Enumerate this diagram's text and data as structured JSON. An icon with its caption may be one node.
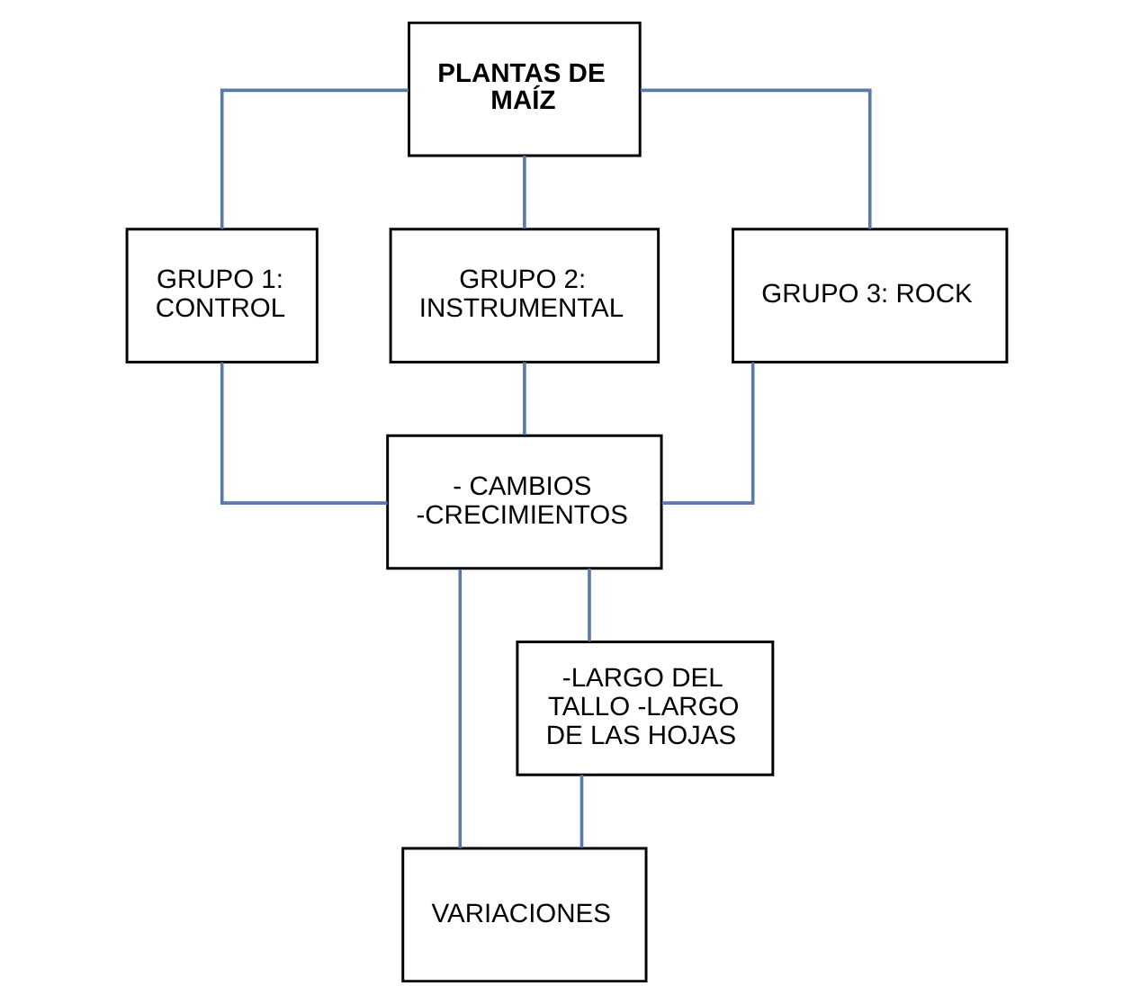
{
  "diagram": {
    "nodes": [
      {
        "text": [
          "PLANTAS DE MAÍZ"
        ]
      },
      {
        "text": [
          "GRUPO 1: CONTROL"
        ]
      },
      {
        "text": [
          "GRUPO 2: INSTRUMENTAL"
        ]
      },
      {
        "text": [
          "GRUPO 3: ROCK"
        ]
      },
      {
        "text": [
          "- CAMBIOS -CRECIMIENTOS"
        ]
      },
      {
        "text": [
          "VARIACIONES"
        ]
      },
      {
        "text": [
          "-LARGO DEL TALLO -LARGO DE LAS HOJAS"
        ]
      }
    ],
    "edges": [
      {
        "from": 0,
        "to": 1,
        "arrow": "none"
      },
      {
        "from": 0,
        "to": 2,
        "arrow": "none"
      },
      {
        "from": 0,
        "to": 3,
        "arrow": "none"
      },
      {
        "from": 1,
        "to": 4,
        "arrow": "none"
      },
      {
        "from": 2,
        "to": 4,
        "arrow": "none"
      },
      {
        "from": 3,
        "to": 4,
        "arrow": "none"
      },
      {
        "from": 4,
        "to": 6,
        "arrow": "none"
      },
      {
        "from": 4,
        "to": 5,
        "arrow": "none"
      },
      {
        "from": 6,
        "to": 5,
        "arrow": "none"
      }
    ]
  }
}
